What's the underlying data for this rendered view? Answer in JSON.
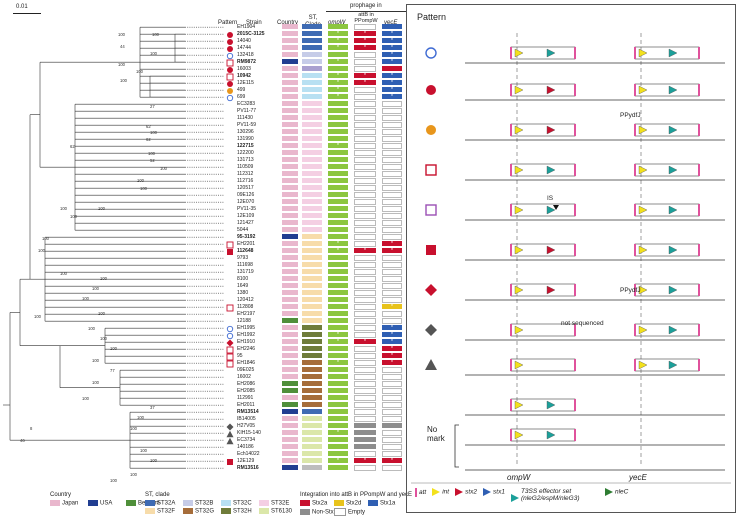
{
  "scale_bar": "0.01",
  "headers": {
    "pattern": "Pattern",
    "strain": "Strain",
    "country": "Country",
    "st_clade": "ST, Clade",
    "prophage_in": "prophage in",
    "ompw": "ompW",
    "attb_in": "attB in PPompW",
    "yece": "yecE"
  },
  "strains": [
    {
      "name": "EH1904",
      "bold": false,
      "pattern": "",
      "country": "#e9b7cd",
      "st": "#3f6bb3",
      "ompw": "v",
      "att": "",
      "yece": "b",
      "ostar": false,
      "astar": false,
      "ystar": false
    },
    {
      "name": "2015C-3125",
      "bold": true,
      "pattern": "ro",
      "country": "#e9b7cd",
      "st": "#3f6bb3",
      "ompw": "v",
      "att": "r",
      "yece": "b",
      "ostar": true,
      "astar": true,
      "ystar": true
    },
    {
      "name": "14040",
      "bold": false,
      "pattern": "rd",
      "country": "#e9b7cd",
      "st": "#3f6bb3",
      "ompw": "v",
      "att": "r",
      "yece": "b",
      "ostar": true,
      "astar": true,
      "ystar": true
    },
    {
      "name": "14744",
      "bold": false,
      "pattern": "rd",
      "country": "#e9b7cd",
      "st": "#3f6bb3",
      "ompw": "v",
      "att": "r",
      "yece": "b",
      "ostar": true,
      "astar": true,
      "ystar": true
    },
    {
      "name": "132418",
      "bold": false,
      "pattern": "bc",
      "country": "#e9b7cd",
      "st": "#c6cce8",
      "ompw": "v",
      "att": "",
      "yece": "b",
      "ostar": false,
      "astar": false,
      "ystar": true
    },
    {
      "name": "RM9872",
      "bold": true,
      "pattern": "rs",
      "country": "#213e91",
      "st": "#c6cce8",
      "ompw": "v",
      "att": "",
      "yece": "b",
      "ostar": true,
      "astar": false,
      "ystar": true
    },
    {
      "name": "16003",
      "bold": false,
      "pattern": "rd",
      "country": "#e9b7cd",
      "st": "#a9a0d0",
      "ompw": "v",
      "att": "",
      "yece": "r",
      "ostar": false,
      "astar": false,
      "ystar": false
    },
    {
      "name": "10942",
      "bold": true,
      "pattern": "rs",
      "country": "#e9b7cd",
      "st": "#b8e0f2",
      "ompw": "v",
      "att": "r",
      "yece": "b",
      "ostar": true,
      "astar": true,
      "ystar": true
    },
    {
      "name": "12E115",
      "bold": false,
      "pattern": "rd",
      "country": "#e9b7cd",
      "st": "#b8e0f2",
      "ompw": "v",
      "att": "r",
      "yece": "b",
      "ostar": true,
      "astar": true,
      "ystar": true
    },
    {
      "name": "499",
      "bold": false,
      "pattern": "od",
      "country": "#e9b7cd",
      "st": "#b8e0f2",
      "ompw": "v",
      "att": "",
      "yece": "b",
      "ostar": true,
      "astar": false,
      "ystar": true
    },
    {
      "name": "699",
      "bold": false,
      "pattern": "bc",
      "country": "#e9b7cd",
      "st": "#b8e0f2",
      "ompw": "v",
      "att": "",
      "yece": "b",
      "ostar": true,
      "astar": false,
      "ystar": true
    },
    {
      "name": "EC3283",
      "bold": false,
      "pattern": "",
      "country": "#e9b7cd",
      "st": "#f4cfe3",
      "ompw": "g",
      "att": "",
      "yece": "",
      "ostar": false,
      "astar": false,
      "ystar": false
    },
    {
      "name": "PV11-77",
      "bold": false,
      "pattern": "",
      "country": "#e9b7cd",
      "st": "#f4cfe3",
      "ompw": "g",
      "att": "",
      "yece": "",
      "ostar": false,
      "astar": false,
      "ystar": false
    },
    {
      "name": "111430",
      "bold": false,
      "pattern": "",
      "country": "#e9b7cd",
      "st": "#f4cfe3",
      "ompw": "g",
      "att": "",
      "yece": "",
      "ostar": false,
      "astar": false,
      "ystar": false
    },
    {
      "name": "PV11-59",
      "bold": false,
      "pattern": "",
      "country": "#e9b7cd",
      "st": "#f4cfe3",
      "ompw": "g",
      "att": "",
      "yece": "",
      "ostar": false,
      "astar": false,
      "ystar": false
    },
    {
      "name": "130296",
      "bold": false,
      "pattern": "",
      "country": "#e9b7cd",
      "st": "#f4cfe3",
      "ompw": "g",
      "att": "",
      "yece": "",
      "ostar": false,
      "astar": false,
      "ystar": false
    },
    {
      "name": "131990",
      "bold": false,
      "pattern": "",
      "country": "#e9b7cd",
      "st": "#f4cfe3",
      "ompw": "g",
      "att": "",
      "yece": "",
      "ostar": false,
      "astar": false,
      "ystar": false
    },
    {
      "name": "122715",
      "bold": true,
      "pattern": "",
      "country": "#e9b7cd",
      "st": "#f4cfe3",
      "ompw": "g",
      "att": "",
      "yece": "",
      "ostar": true,
      "astar": false,
      "ystar": false
    },
    {
      "name": "122200",
      "bold": false,
      "pattern": "",
      "country": "#e9b7cd",
      "st": "#f4cfe3",
      "ompw": "g",
      "att": "",
      "yece": "",
      "ostar": false,
      "astar": false,
      "ystar": false
    },
    {
      "name": "131713",
      "bold": false,
      "pattern": "",
      "country": "#e9b7cd",
      "st": "#f4cfe3",
      "ompw": "g",
      "att": "",
      "yece": "",
      "ostar": false,
      "astar": false,
      "ystar": false
    },
    {
      "name": "110509",
      "bold": false,
      "pattern": "",
      "country": "#e9b7cd",
      "st": "#f4cfe3",
      "ompw": "g",
      "att": "",
      "yece": "",
      "ostar": false,
      "astar": false,
      "ystar": false
    },
    {
      "name": "112312",
      "bold": false,
      "pattern": "",
      "country": "#e9b7cd",
      "st": "#f4cfe3",
      "ompw": "g",
      "att": "",
      "yece": "",
      "ostar": false,
      "astar": false,
      "ystar": false
    },
    {
      "name": "112716",
      "bold": false,
      "pattern": "",
      "country": "#e9b7cd",
      "st": "#f4cfe3",
      "ompw": "g",
      "att": "",
      "yece": "",
      "ostar": false,
      "astar": false,
      "ystar": false
    },
    {
      "name": "120517",
      "bold": false,
      "pattern": "",
      "country": "#e9b7cd",
      "st": "#f4cfe3",
      "ompw": "g",
      "att": "",
      "yece": "",
      "ostar": false,
      "astar": false,
      "ystar": false
    },
    {
      "name": "09E126",
      "bold": false,
      "pattern": "",
      "country": "#e9b7cd",
      "st": "#f4cfe3",
      "ompw": "g",
      "att": "",
      "yece": "",
      "ostar": false,
      "astar": false,
      "ystar": false
    },
    {
      "name": "12E070",
      "bold": false,
      "pattern": "",
      "country": "#e9b7cd",
      "st": "#f4cfe3",
      "ompw": "g",
      "att": "",
      "yece": "",
      "ostar": false,
      "astar": false,
      "ystar": false
    },
    {
      "name": "PV11-35",
      "bold": false,
      "pattern": "",
      "country": "#e9b7cd",
      "st": "#f4cfe3",
      "ompw": "g",
      "att": "",
      "yece": "",
      "ostar": false,
      "astar": false,
      "ystar": false
    },
    {
      "name": "12E109",
      "bold": false,
      "pattern": "",
      "country": "#e9b7cd",
      "st": "#f4cfe3",
      "ompw": "g",
      "att": "",
      "yece": "",
      "ostar": false,
      "astar": false,
      "ystar": false
    },
    {
      "name": "121427",
      "bold": false,
      "pattern": "",
      "country": "#e9b7cd",
      "st": "#f4cfe3",
      "ompw": "g",
      "att": "",
      "yece": "",
      "ostar": false,
      "astar": false,
      "ystar": false
    },
    {
      "name": "5044",
      "bold": false,
      "pattern": "",
      "country": "#e9b7cd",
      "st": "#f4cfe3",
      "ompw": "g",
      "att": "",
      "yece": "",
      "ostar": false,
      "astar": false,
      "ystar": false
    },
    {
      "name": "95-3192",
      "bold": true,
      "pattern": "",
      "country": "#213e91",
      "st": "#f7dcaa",
      "ompw": "v",
      "att": "",
      "yece": "",
      "ostar": false,
      "astar": false,
      "ystar": false
    },
    {
      "name": "EH2201",
      "bold": false,
      "pattern": "rs",
      "country": "#e9b7cd",
      "st": "#f7dcaa",
      "ompw": "v",
      "att": "",
      "yece": "r",
      "ostar": true,
      "astar": false,
      "ystar": true
    },
    {
      "name": "112648",
      "bold": true,
      "pattern": "rf",
      "country": "#e9b7cd",
      "st": "#f7dcaa",
      "ompw": "v",
      "att": "r",
      "yece": "r",
      "ostar": true,
      "astar": true,
      "ystar": true
    },
    {
      "name": "9793",
      "bold": false,
      "pattern": "",
      "country": "#e9b7cd",
      "st": "#f7dcaa",
      "ompw": "g",
      "att": "",
      "yece": "",
      "ostar": false,
      "astar": false,
      "ystar": false
    },
    {
      "name": "111698",
      "bold": false,
      "pattern": "",
      "country": "#e9b7cd",
      "st": "#f7dcaa",
      "ompw": "g",
      "att": "",
      "yece": "",
      "ostar": false,
      "astar": false,
      "ystar": false
    },
    {
      "name": "131719",
      "bold": false,
      "pattern": "",
      "country": "#e9b7cd",
      "st": "#f7dcaa",
      "ompw": "g",
      "att": "",
      "yece": "",
      "ostar": false,
      "astar": false,
      "ystar": false
    },
    {
      "name": "8100",
      "bold": false,
      "pattern": "",
      "country": "#e9b7cd",
      "st": "#f7dcaa",
      "ompw": "g",
      "att": "",
      "yece": "",
      "ostar": false,
      "astar": false,
      "ystar": false
    },
    {
      "name": "1649",
      "bold": false,
      "pattern": "",
      "country": "#e9b7cd",
      "st": "#f7dcaa",
      "ompw": "g",
      "att": "",
      "yece": "",
      "ostar": false,
      "astar": false,
      "ystar": false
    },
    {
      "name": "1380",
      "bold": false,
      "pattern": "",
      "country": "#e9b7cd",
      "st": "#f7dcaa",
      "ompw": "g",
      "att": "",
      "yece": "",
      "ostar": false,
      "astar": false,
      "ystar": false
    },
    {
      "name": "120412",
      "bold": false,
      "pattern": "",
      "country": "#e9b7cd",
      "st": "#f7dcaa",
      "ompw": "g",
      "att": "",
      "yece": "",
      "ostar": false,
      "astar": false,
      "ystar": false
    },
    {
      "name": "112808",
      "bold": false,
      "pattern": "rs",
      "country": "#e9b7cd",
      "st": "#f7dcaa",
      "ompw": "g",
      "att": "",
      "yece": "y",
      "ostar": false,
      "astar": false,
      "ystar": true
    },
    {
      "name": "EH2197",
      "bold": false,
      "pattern": "",
      "country": "#e9b7cd",
      "st": "#f7dcaa",
      "ompw": "g",
      "att": "",
      "yece": "",
      "ostar": false,
      "astar": false,
      "ystar": false
    },
    {
      "name": "12188",
      "bold": false,
      "pattern": "",
      "country": "#4f8f3a",
      "st": "#f7dcaa",
      "ompw": "g",
      "att": "",
      "yece": "",
      "ostar": false,
      "astar": false,
      "ystar": false
    },
    {
      "name": "EH1995",
      "bold": false,
      "pattern": "bc",
      "country": "#e9b7cd",
      "st": "#6f7c3a",
      "ompw": "v",
      "att": "",
      "yece": "b",
      "ostar": false,
      "astar": false,
      "ystar": true
    },
    {
      "name": "EH1992",
      "bold": false,
      "pattern": "bc",
      "country": "#e9b7cd",
      "st": "#6f7c3a",
      "ompw": "v",
      "att": "",
      "yece": "b",
      "ostar": true,
      "astar": false,
      "ystar": true
    },
    {
      "name": "EH1910",
      "bold": false,
      "pattern": "rdi",
      "country": "#e9b7cd",
      "st": "#6f7c3a",
      "ompw": "v",
      "att": "r",
      "yece": "b",
      "ostar": true,
      "astar": true,
      "ystar": true
    },
    {
      "name": "EH2246",
      "bold": false,
      "pattern": "rs",
      "country": "#e9b7cd",
      "st": "#6f7c3a",
      "ompw": "g",
      "att": "",
      "yece": "r",
      "ostar": false,
      "astar": false,
      "ystar": true
    },
    {
      "name": "95",
      "bold": false,
      "pattern": "rs",
      "country": "#e9b7cd",
      "st": "#6f7c3a",
      "ompw": "g",
      "att": "",
      "yece": "r",
      "ostar": false,
      "astar": false,
      "ystar": true
    },
    {
      "name": "EH1846",
      "bold": false,
      "pattern": "rs",
      "country": "#e9b7cd",
      "st": "#a66d3a",
      "ompw": "v",
      "att": "",
      "yece": "r",
      "ostar": true,
      "astar": false,
      "ystar": true
    },
    {
      "name": "09E025",
      "bold": false,
      "pattern": "",
      "country": "#e9b7cd",
      "st": "#a66d3a",
      "ompw": "g",
      "att": "",
      "yece": "",
      "ostar": false,
      "astar": false,
      "ystar": false
    },
    {
      "name": "16002",
      "bold": false,
      "pattern": "",
      "country": "#e9b7cd",
      "st": "#a66d3a",
      "ompw": "g",
      "att": "",
      "yece": "",
      "ostar": false,
      "astar": false,
      "ystar": false
    },
    {
      "name": "EH2086",
      "bold": false,
      "pattern": "",
      "country": "#4f8f3a",
      "st": "#a66d3a",
      "ompw": "g",
      "att": "",
      "yece": "",
      "ostar": false,
      "astar": false,
      "ystar": false
    },
    {
      "name": "EH2085",
      "bold": false,
      "pattern": "",
      "country": "#4f8f3a",
      "st": "#a66d3a",
      "ompw": "g",
      "att": "",
      "yece": "",
      "ostar": false,
      "astar": false,
      "ystar": false
    },
    {
      "name": "112991",
      "bold": false,
      "pattern": "",
      "country": "#e9b7cd",
      "st": "#a66d3a",
      "ompw": "g",
      "att": "",
      "yece": "",
      "ostar": false,
      "astar": false,
      "ystar": false
    },
    {
      "name": "EH2011",
      "bold": false,
      "pattern": "",
      "country": "#4f8f3a",
      "st": "#a66d3a",
      "ompw": "g",
      "att": "",
      "yece": "",
      "ostar": false,
      "astar": false,
      "ystar": false
    },
    {
      "name": "RM13514",
      "bold": true,
      "pattern": "",
      "country": "#213e91",
      "st": "#3f6bb3",
      "ompw": "v",
      "att": "",
      "yece": "",
      "ostar": false,
      "astar": false,
      "ystar": false
    },
    {
      "name": "IB14005",
      "bold": false,
      "pattern": "",
      "country": "#e9b7cd",
      "st": "#dbe7a9",
      "ompw": "g",
      "att": "",
      "yece": "",
      "ostar": false,
      "astar": false,
      "ystar": false
    },
    {
      "name": "H27V05",
      "bold": false,
      "pattern": "gd",
      "country": "#e9b7cd",
      "st": "#dbe7a9",
      "ompw": "g",
      "att": "x",
      "yece": "x",
      "ostar": false,
      "astar": false,
      "ystar": false
    },
    {
      "name": "KIH15-140",
      "bold": false,
      "pattern": "gt",
      "country": "#e9b7cd",
      "st": "#dbe7a9",
      "ompw": "v",
      "att": "x",
      "yece": "",
      "ostar": true,
      "astar": false,
      "ystar": false
    },
    {
      "name": "EC3734",
      "bold": false,
      "pattern": "gt",
      "country": "#e9b7cd",
      "st": "#dbe7a9",
      "ompw": "g",
      "att": "x",
      "yece": "",
      "ostar": false,
      "astar": false,
      "ystar": false
    },
    {
      "name": "140186",
      "bold": false,
      "pattern": "",
      "country": "#e9b7cd",
      "st": "#dbe7a9",
      "ompw": "g",
      "att": "x",
      "yece": "",
      "ostar": false,
      "astar": false,
      "ystar": false
    },
    {
      "name": "Ech14022",
      "bold": false,
      "pattern": "",
      "country": "#e9b7cd",
      "st": "#dbe7a9",
      "ompw": "g",
      "att": "",
      "yece": "",
      "ostar": false,
      "astar": false,
      "ystar": false
    },
    {
      "name": "12E129",
      "bold": false,
      "pattern": "rf",
      "country": "#e9b7cd",
      "st": "#dbe7a9",
      "ompw": "v",
      "att": "r",
      "yece": "r",
      "ostar": true,
      "astar": true,
      "ystar": true
    },
    {
      "name": "RM13516",
      "bold": true,
      "pattern": "",
      "country": "#213e91",
      "st": "#bdbdbd",
      "ompw": "v",
      "att": "",
      "yece": "",
      "ostar": false,
      "astar": false,
      "ystar": false
    }
  ],
  "tree_labels": [
    "100",
    "100",
    "44",
    "100",
    "100",
    "100",
    "100",
    "27",
    "62",
    "100",
    "62",
    "100",
    "52",
    "100",
    "100",
    "100",
    "62",
    "100",
    "100",
    "100",
    "100",
    "100",
    "100",
    "100",
    "100",
    "100",
    "100",
    "100",
    "100",
    "100",
    "100",
    "100",
    "77",
    "100",
    "100",
    "37",
    "100",
    "100",
    "8",
    "46",
    "100",
    "100",
    "100",
    "100"
  ],
  "legend": {
    "country_title": "Country",
    "countries": [
      {
        "label": "Japan",
        "color": "#e9b7cd"
      },
      {
        "label": "USA",
        "color": "#213e91"
      },
      {
        "label": "Belgium",
        "color": "#4f8f3a"
      }
    ],
    "st_title": "ST, clade",
    "st_items": [
      {
        "label": "ST32A",
        "color": "#3f6bb3"
      },
      {
        "label": "ST32B",
        "color": "#c6cce8"
      },
      {
        "label": "ST32C",
        "color": "#b8e0f2"
      },
      {
        "label": "ST32E",
        "color": "#f4cfe3"
      },
      {
        "label": "ST32F",
        "color": "#f7dcaa"
      },
      {
        "label": "ST32G",
        "color": "#a66d3a"
      },
      {
        "label": "ST32H",
        "color": "#6f7c3a"
      },
      {
        "label": "ST6130",
        "color": "#dbe7a9"
      }
    ],
    "integration_title": "Integration into attB in PPompW and yecE",
    "integration_items": [
      {
        "label": "Stx2a",
        "color": "#c8102e"
      },
      {
        "label": "Stx2d",
        "color": "#e8c31c"
      },
      {
        "label": "Stx1a",
        "color": "#2f5fb3"
      },
      {
        "label": "Non-Stx",
        "color": "#8d8d8d"
      },
      {
        "label": "Empty",
        "color": "#ffffff"
      }
    ]
  },
  "panel": {
    "title": "Pattern",
    "not_sequenced": "not sequenced",
    "is_label": "IS",
    "ppydfj_1": "PPydfJ",
    "ppydfj_2": "PPydfJ",
    "no_mark": "No mark",
    "ompw": "ompW",
    "yece": "yecE",
    "legend": [
      {
        "label": "att"
      },
      {
        "label": "int"
      },
      {
        "label": "stx2"
      },
      {
        "label": "stx1"
      },
      {
        "label": "T3SS effector set (nleG2/espM/nleG3)"
      },
      {
        "label": "nleC"
      }
    ]
  }
}
